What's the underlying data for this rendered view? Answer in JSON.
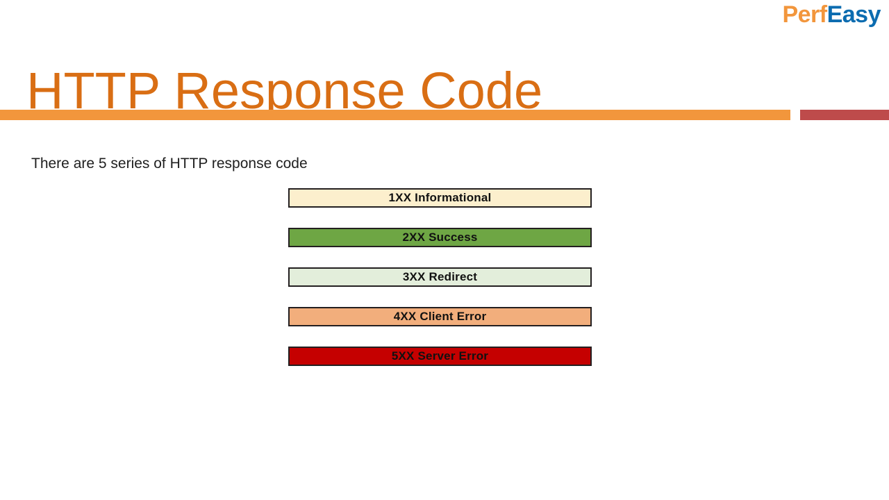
{
  "brand": {
    "name_part1": "Perf",
    "name_part2": "Easy",
    "color_part1": "#F2963C",
    "color_part2": "#0C6CB0"
  },
  "slide": {
    "title": "HTTP Response Code",
    "title_color": "#D96E14",
    "intro_text": "There are 5 series of HTTP response code"
  },
  "dividers": {
    "primary_color": "#F2963C",
    "accent_color": "#BE4B4B"
  },
  "series": [
    {
      "label": "1XX Informational",
      "fill": "#FCEFCD",
      "border": "#231F20",
      "text_color": "#111111"
    },
    {
      "label": "2XX Success",
      "fill": "#6EA644",
      "border": "#231F20",
      "text_color": "#111111"
    },
    {
      "label": "3XX Redirect",
      "fill": "#E3EEDB",
      "border": "#231F20",
      "text_color": "#111111"
    },
    {
      "label": "4XX Client Error",
      "fill": "#F2AE7C",
      "border": "#231F20",
      "text_color": "#111111"
    },
    {
      "label": "5XX Server Error",
      "fill": "#C50000",
      "border": "#231F20",
      "text_color": "#111111"
    }
  ]
}
